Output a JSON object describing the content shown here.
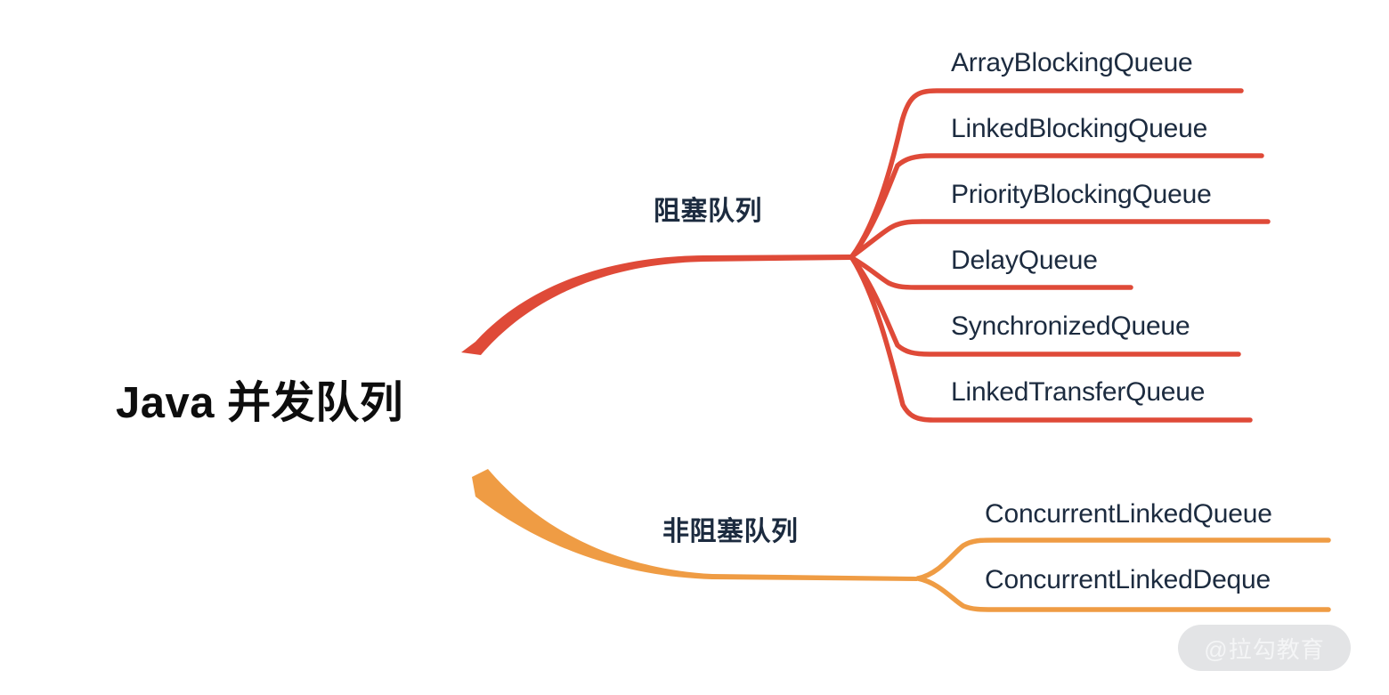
{
  "diagram": {
    "type": "mind-map",
    "title": "Java 并发队列",
    "background": "#ffffff",
    "root": {
      "label": "Java 并发队列",
      "color": "#0d0d0d"
    },
    "branches": [
      {
        "label": "阻塞队列",
        "color": "#df4a38",
        "children": [
          {
            "label": "ArrayBlockingQueue"
          },
          {
            "label": "LinkedBlockingQueue"
          },
          {
            "label": "PriorityBlockingQueue"
          },
          {
            "label": "DelayQueue"
          },
          {
            "label": "SynchronizedQueue"
          },
          {
            "label": "LinkedTransferQueue"
          }
        ]
      },
      {
        "label": "非阻塞队列",
        "color": "#ef9c44",
        "children": [
          {
            "label": "ConcurrentLinkedQueue"
          },
          {
            "label": "ConcurrentLinkedDeque"
          }
        ]
      }
    ],
    "colors": {
      "blocking": "#df4a38",
      "nonblocking": "#ef9c44",
      "text": "#1c2b3f",
      "root_text": "#0d0d0d",
      "watermark_pill": "#e3e4e6",
      "watermark_text": "#f4f5f6"
    }
  },
  "watermark": {
    "text": "@拉勾教育"
  }
}
